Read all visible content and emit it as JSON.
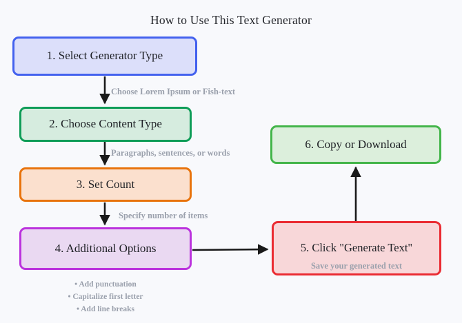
{
  "title": "How to Use This Text Generator",
  "colors": {
    "background": "#f8f9fc",
    "title_text": "#24262b",
    "label_text": "#9aa0ac",
    "arrow": "#1a1a1a",
    "step1_border": "#4361ee",
    "step1_fill": "#dcdffa",
    "step2_border": "#0f9d58",
    "step2_fill": "#d6ecdf",
    "step3_border": "#e8730c",
    "step3_fill": "#fbe0ce",
    "step4_border": "#bb33dd",
    "step4_fill": "#ead9f2",
    "step5_border": "#ea2b32",
    "step5_fill": "#f8d7d9",
    "step6_border": "#43b54a",
    "step6_fill": "#dcefdc"
  },
  "nodes": [
    {
      "id": "step1",
      "label": "1. Select Generator Type"
    },
    {
      "id": "step2",
      "label": "2. Choose Content Type"
    },
    {
      "id": "step3",
      "label": "3. Set Count"
    },
    {
      "id": "step4",
      "label": "4. Additional Options"
    },
    {
      "id": "step5",
      "label": "5. Click \"Generate Text\""
    },
    {
      "id": "step6",
      "label": "6. Copy or Download"
    }
  ],
  "edge_labels": [
    {
      "id": "edge1",
      "text": "Choose Lorem Ipsum or Fish-text"
    },
    {
      "id": "edge2",
      "text": "Paragraphs, sentences, or words"
    },
    {
      "id": "edge3",
      "text": "Specify number of items"
    },
    {
      "id": "edge4",
      "text": "Save your generated text"
    }
  ],
  "option_bullets": [
    "• Add punctuation",
    "• Capitalize first letter",
    "• Add line breaks"
  ]
}
